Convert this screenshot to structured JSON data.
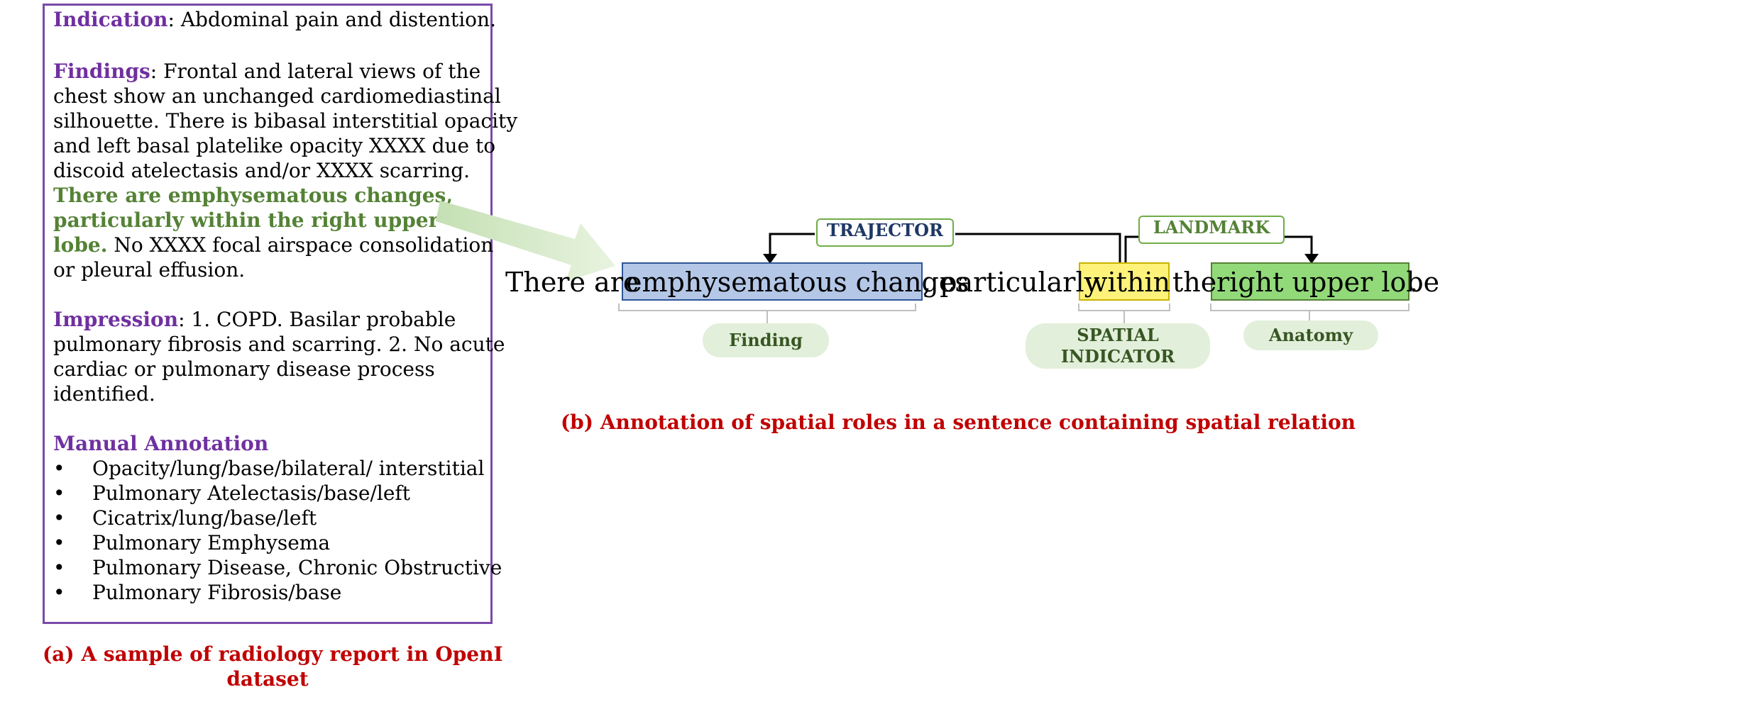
{
  "report": {
    "indication_label": "Indication",
    "indication_text": ": Abdominal pain and distention.",
    "findings_label": "Findings",
    "findings_lines": [
      ": Frontal and lateral views of the",
      "chest show an unchanged  cardiomediastinal",
      "silhouette. There is bibasal interstitial opacity",
      "and left basal platelike opacity XXXX due to",
      "discoid atelectasis  and/or XXXX scarring."
    ],
    "findings_period": ".",
    "highlight_lines": [
      "There are emphysematous changes,",
      "particularly  within the right upper",
      "lobe."
    ],
    "findings_tail_1": " No XXXX focal airspace consolidation",
    "findings_tail_2": "or  pleural effusion.",
    "impression_label": "Impression",
    "impression_lines": [
      ": 1. COPD. Basilar probable",
      "pulmonary fibrosis and scarring. 2. No acute",
      "cardiac or pulmonary disease process",
      "identified."
    ],
    "annotation_label": "Manual Annotation",
    "annotations": [
      "Opacity/lung/base/bilateral/ interstitial",
      "Pulmonary Atelectasis/base/left",
      "Cicatrix/lung/base/left",
      "Pulmonary Emphysema",
      "Pulmonary Disease, Chronic Obstructive",
      "Pulmonary Fibrosis/base"
    ],
    "bullet_glyph": "•"
  },
  "caption_a": [
    "(a) A sample of radiology report in OpenI",
    "dataset"
  ],
  "caption_b": "(b) Annotation of spatial roles in a sentence containing spatial relation",
  "sentence": {
    "w1": "There are",
    "w2": "emphysematous changes",
    "w3": ", particularly",
    "w4": "within",
    "w5": "the",
    "w6": "right upper lobe",
    "w7": "."
  },
  "roles": {
    "trajector": "TRAJECTOR",
    "landmark": "LANDMARK"
  },
  "entity_labels": {
    "finding": "Finding",
    "spatial_1": "SPATIAL",
    "spatial_2": "INDICATOR",
    "anatomy": "Anatomy"
  },
  "colors": {
    "purple": "#7030a0",
    "green": "#548235",
    "red": "#c00000",
    "blue_highlight": "#b4c7e7",
    "yellow_highlight": "#fff27a",
    "green_highlight": "#92d97a",
    "pill": "#e2efda",
    "trajector_text": "#1f3864"
  }
}
